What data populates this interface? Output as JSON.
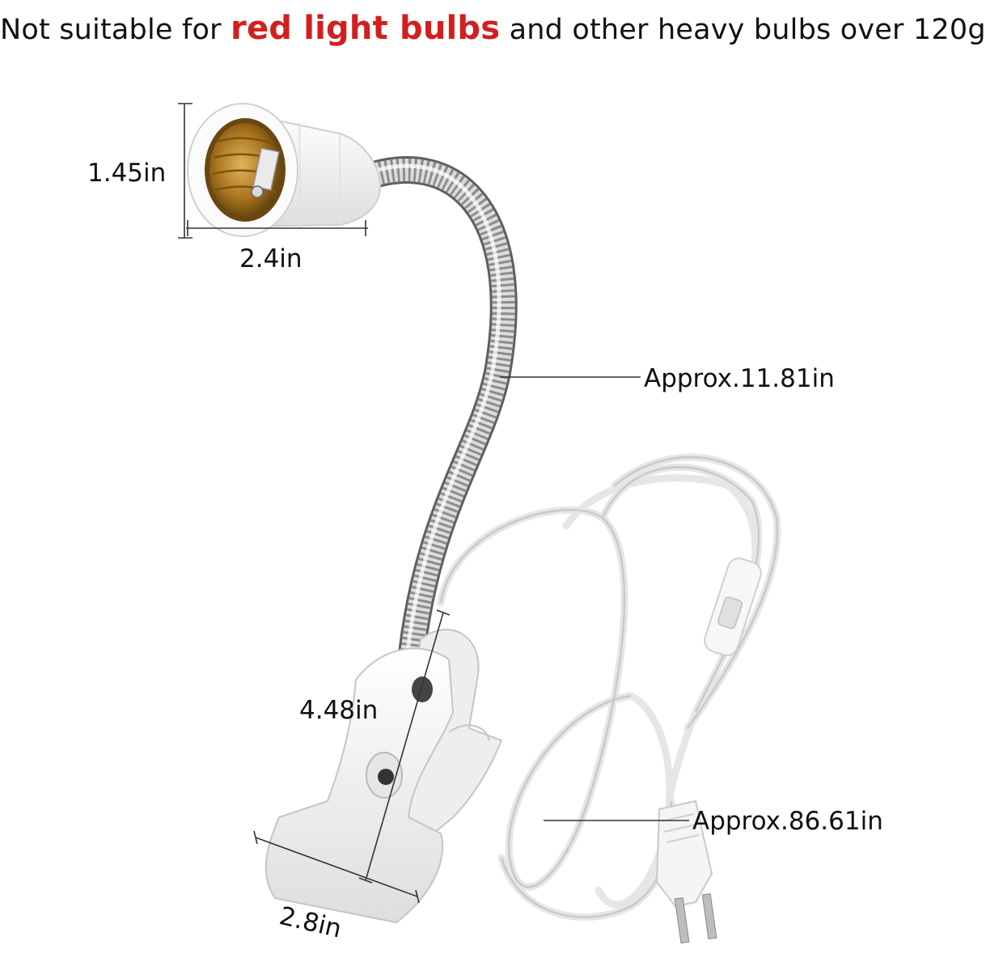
{
  "headline": {
    "prefix": "Not suitable for ",
    "warning": "red light bulbs",
    "suffix": " and other heavy bulbs over 120g",
    "warning_color": "#d21f1f"
  },
  "dimensions": {
    "socket_height": "1.45in",
    "socket_width": "2.4in",
    "gooseneck_length": "Approx.11.81in",
    "clip_height": "4.48in",
    "clip_width": "2.8in",
    "cord_length": "Approx.86.61in"
  },
  "colors": {
    "plastic": "#f3f3f1",
    "metal": "#b9b9b9",
    "brass": "#b8852a",
    "line": "#333333"
  }
}
